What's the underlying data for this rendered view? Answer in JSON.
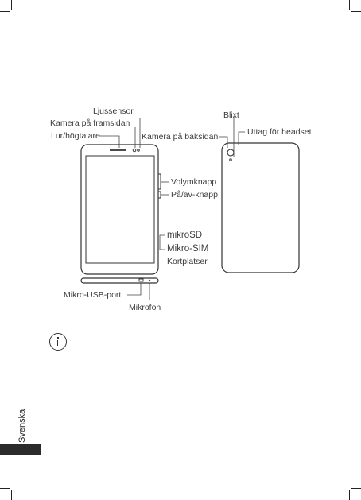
{
  "labels": {
    "light_sensor": "Ljussensor",
    "front_camera": "Kamera på framsidan",
    "earpiece": "Lur/högtalare",
    "rear_camera": "Kamera på baksidan",
    "flash": "Blixt",
    "headset_jack": "Uttag för headset",
    "volume_key": "Volymknapp",
    "power_key": "På/av-knapp",
    "microsd": "mikroSD",
    "micro_sim": "Mikro-SIM",
    "card_slots": "Kortplatser",
    "micro_usb": "Mikro-USB-port",
    "microphone": "Mikrofon"
  },
  "side_tab": {
    "language": "Svenska"
  },
  "icons": {
    "info": "info-icon"
  }
}
